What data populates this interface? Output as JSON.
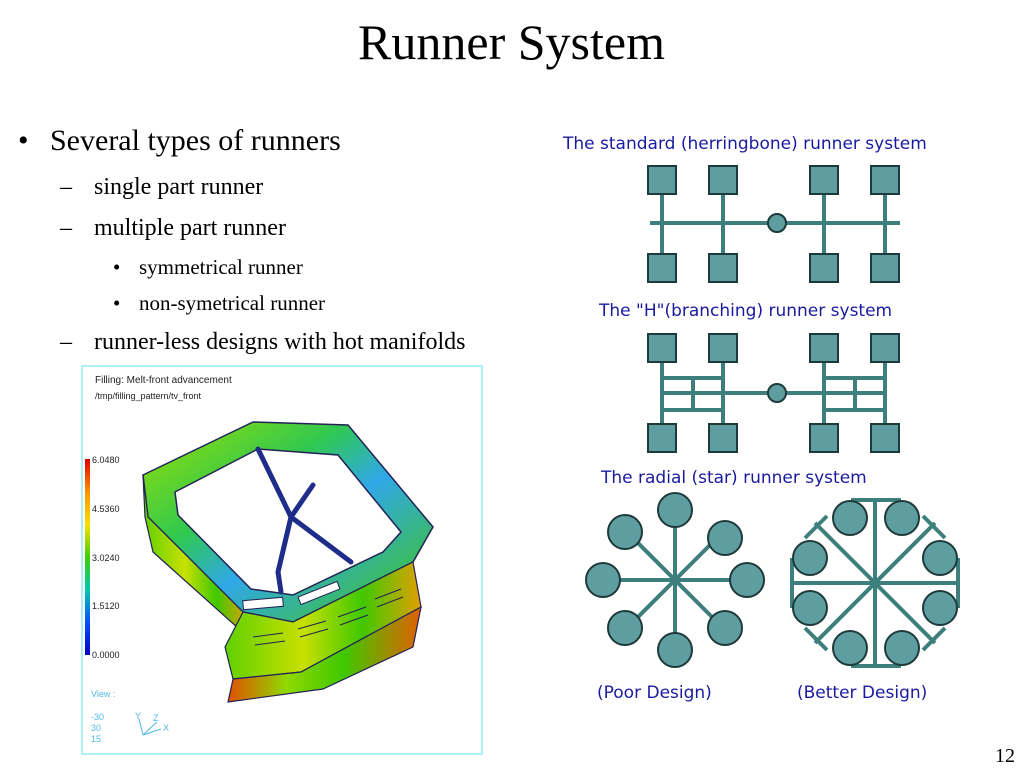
{
  "slide": {
    "title": "Runner System",
    "page_number": "12",
    "bullets": {
      "marker1": "•",
      "marker2": "–",
      "marker3": "•",
      "level1": "Several types of runners",
      "single": "single part runner",
      "multiple": "multiple part runner",
      "symmetrical": "symmetrical runner",
      "nonsymmetrical": "non-symetrical runner",
      "runnerless": "runner-less designs with hot manifolds"
    }
  },
  "simulation": {
    "title_line1": "Filling: Melt-front advancement",
    "title_line2": "/tmp/filling_pattern/tv_front",
    "scale_ticks": [
      "6.0480",
      "4.5360",
      "3.0240",
      "1.5120",
      "0.0000"
    ],
    "view_label": "View :",
    "view_values": [
      "-30",
      "30",
      "15"
    ],
    "axis_labels": [
      "Y",
      "Z",
      "X"
    ],
    "colors": {
      "part_green": "#33cc00",
      "runner_blue": "#1f2d8a"
    }
  },
  "diagram": {
    "herringbone_label": "The standard (herringbone) runner system",
    "branching_label": "The \"H\"(branching) runner system",
    "radial_label": "The radial (star) runner system",
    "poor_label": "(Poor Design)",
    "better_label": "(Better  Design)",
    "colors": {
      "cavity": "#5f9ea0",
      "runner": "#3d7f7c",
      "label": "#1a1aa0"
    }
  }
}
